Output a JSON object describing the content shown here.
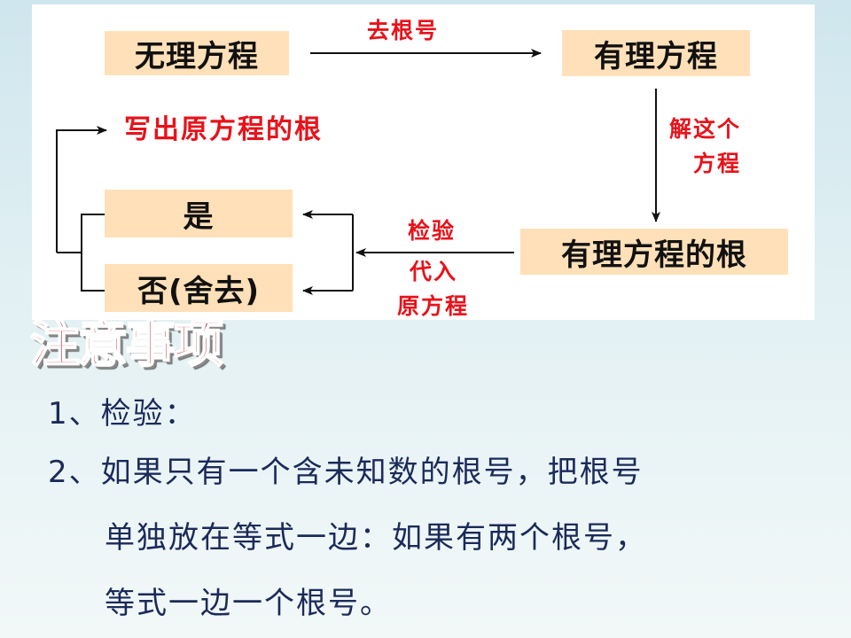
{
  "diagram": {
    "boxes": {
      "irrational": "无理方程",
      "rational": "有理方程",
      "rational_root": "有理方程的根",
      "yes": "是",
      "no": "否(舍去)"
    },
    "labels": {
      "remove_root": "去根号",
      "solve_line1": "解这个",
      "solve_line2": "方程",
      "write_roots": "写出原方程的根",
      "check": "检验",
      "substitute_line1": "代入",
      "substitute_line2": "原方程"
    },
    "colors": {
      "box_fill": "#ffe0b8",
      "label_red": "#e8121a",
      "title_red": "#c8152a"
    }
  },
  "notes": {
    "title": "注意事项",
    "line1": "1、检验：",
    "line2": "2、如果只有一个含未知数的根号，把根号",
    "line3": "单独放在等式一边：如果有两个根号，",
    "line4": "等式一边一个根号。"
  }
}
